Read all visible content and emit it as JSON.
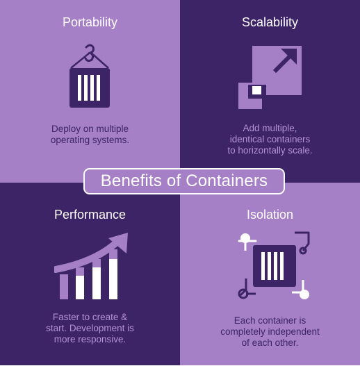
{
  "colors": {
    "light": "#a680c6",
    "dark": "#3c2467",
    "lightText": "#3c2467",
    "darkText": "#b593d3",
    "white": "#ffffff",
    "icon_fill_light": "#3c2467"
  },
  "center_label": "Benefits of Containers",
  "quadrants": {
    "portability": {
      "title": "Portability",
      "desc": [
        "Deploy on multiple",
        "operating systems."
      ],
      "icon": "shipping-container-crane-icon"
    },
    "scalability": {
      "title": "Scalability",
      "desc": [
        "Add multiple,",
        "identical containers",
        "to horizontally scale."
      ],
      "icon": "expand-arrow-icon"
    },
    "performance": {
      "title": "Performance",
      "desc": [
        "Faster to create &",
        "start. Development is",
        "more responsive."
      ],
      "icon": "growth-chart-icon"
    },
    "isolation": {
      "title": "Isolation",
      "desc": [
        "Each container is",
        "completely independent",
        "of each other."
      ],
      "icon": "isolated-container-icon"
    }
  }
}
